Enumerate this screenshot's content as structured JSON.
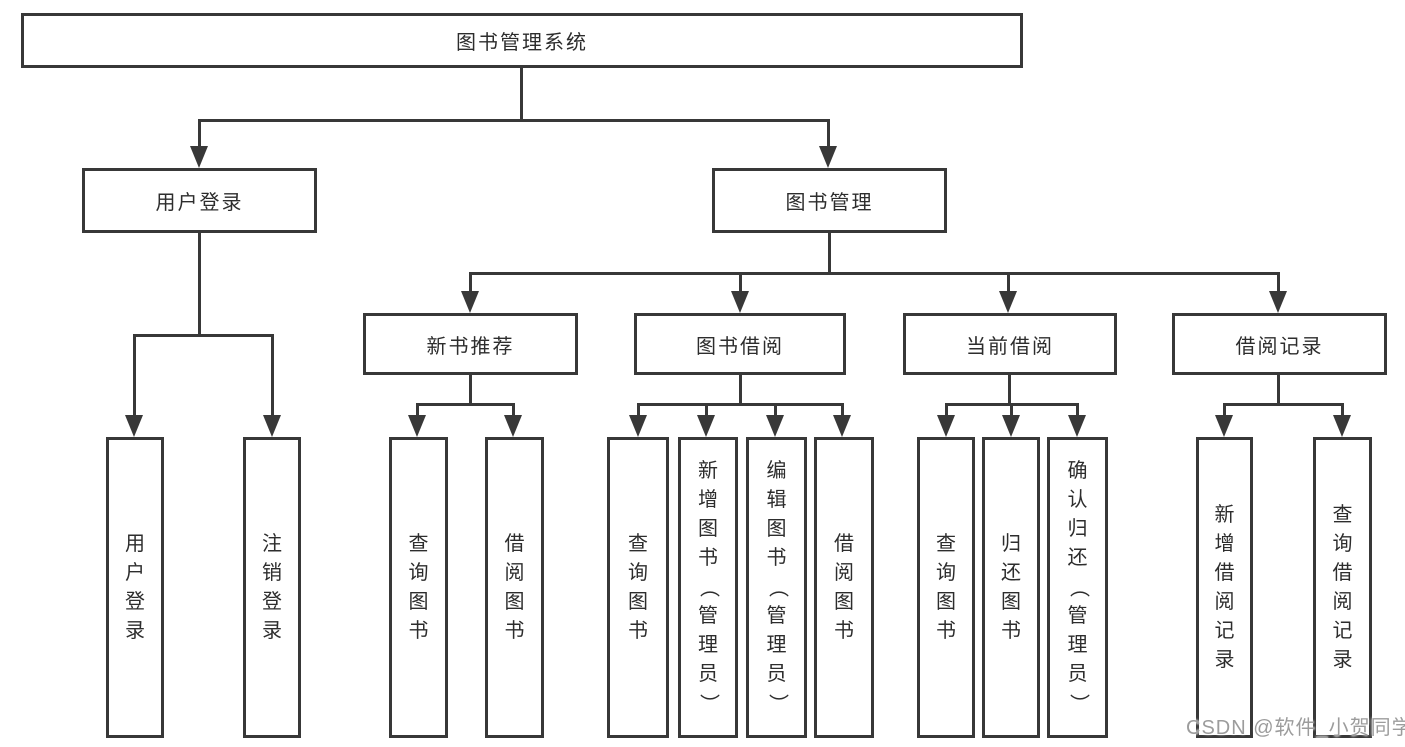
{
  "diagram": {
    "title": "图书管理系统",
    "level2": [
      {
        "label": "用户登录"
      },
      {
        "label": "图书管理"
      }
    ],
    "login_children": [
      {
        "label": "用户登录"
      },
      {
        "label": "注销登录"
      }
    ],
    "modules": [
      {
        "label": "新书推荐",
        "children": [
          {
            "label": "查询图书"
          },
          {
            "label": "借阅图书"
          }
        ]
      },
      {
        "label": "图书借阅",
        "children": [
          {
            "label": "查询图书"
          },
          {
            "label": "新增图书（管理员）"
          },
          {
            "label": "编辑图书（管理员）"
          },
          {
            "label": "借阅图书"
          }
        ]
      },
      {
        "label": "当前借阅",
        "children": [
          {
            "label": "查询图书"
          },
          {
            "label": "归还图书"
          },
          {
            "label": "确认归还（管理员）"
          }
        ]
      },
      {
        "label": "借阅记录",
        "children": [
          {
            "label": "新增借阅记录"
          },
          {
            "label": "查询借阅记录"
          }
        ]
      }
    ],
    "watermark": "CSDN @软件_小贺同学",
    "colors": {
      "line": "#383838",
      "text": "#2d2d2d",
      "watermark": "#9c9c9c",
      "background": "#ffffff"
    }
  }
}
